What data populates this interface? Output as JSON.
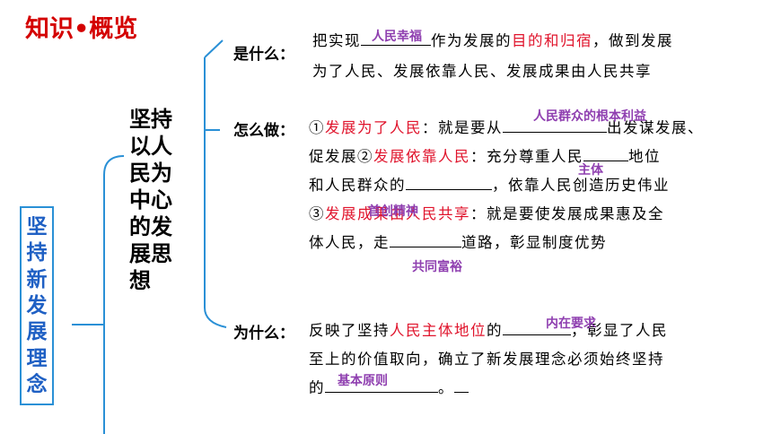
{
  "header": {
    "title": "知识•概览"
  },
  "root": {
    "label": "坚持新发展理念"
  },
  "branch": {
    "label": "坚持以人民为中心的发展思想"
  },
  "what": {
    "question": "是什么：",
    "l1_a": "把实现",
    "l1_b": "作为发展的",
    "l1_red": "目的和归宿",
    "l1_c": "，做到发展",
    "l2": "为了人民、发展依靠人民、发展成果由人民共享",
    "answer": "人民幸福"
  },
  "how": {
    "question": "怎么做：",
    "l1_num": "①",
    "l1_red": "发展为了人民",
    "l1_a": "：就是要从",
    "l1_b": "出发谋发展、",
    "l2_a": "促发展",
    "l2_num": "②",
    "l2_red": "发展依靠人民",
    "l2_b": "：充分尊重人民",
    "l2_c": "地位",
    "l3_a": "和人民群众的",
    "l3_b": "，依靠人民创造历史伟业",
    "l4_num": "③",
    "l4_red": "发展成果由人民共享",
    "l4_a": "：就是要使发展成果惠及全",
    "l5_a": "体人民，走",
    "l5_b": "道路，彰显制度优势",
    "answers": [
      "人民群众的根本利益",
      "主体",
      "首创精神",
      "共同富裕"
    ]
  },
  "why": {
    "question": "为什么：",
    "l1_a": "反映了坚持",
    "l1_red": "人民主体地位",
    "l1_b": "的",
    "l1_c": "，彰显了人民",
    "l2": "至上的价值取向，确立了新发展理念必须始终坚持",
    "l3_a": "的",
    "l3_b": "。",
    "answers": [
      "内在要求",
      "基本原则"
    ]
  },
  "colors": {
    "title": "#d40000",
    "bracket": "#2a90d6",
    "emphasis": "#e0142c",
    "answer": "#8f3fb0"
  }
}
